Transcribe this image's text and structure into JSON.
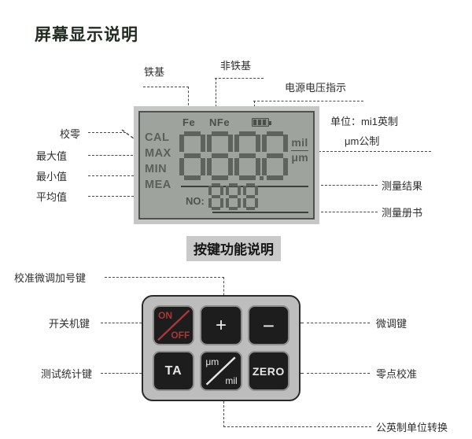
{
  "page": {
    "screen_section_title": "屏幕显示说明",
    "keys_section_title": "按键功能说明"
  },
  "lcd": {
    "indicators": {
      "fe": "Fe",
      "nfe": "NFe",
      "battery_icon": "battery-icon"
    },
    "modes": [
      "CAL",
      "MAX",
      "MIN",
      "MEA"
    ],
    "main_value": "8888",
    "main_digits": [
      "8",
      "8",
      "8",
      "8"
    ],
    "decimal_before_last": true,
    "units": {
      "imperial": "mil",
      "metric": "μm"
    },
    "counter": {
      "label": "NO:",
      "value": "888",
      "digits": [
        "8",
        "8",
        "8"
      ]
    }
  },
  "screen_callouts": {
    "top": [
      {
        "id": "fe",
        "text": "铁基"
      },
      {
        "id": "nfe",
        "text": "非铁基"
      },
      {
        "id": "battery",
        "text": "电源电压指示"
      }
    ],
    "left": [
      {
        "id": "cal",
        "text": "校零"
      },
      {
        "id": "max",
        "text": "最大值"
      },
      {
        "id": "min",
        "text": "最小值"
      },
      {
        "id": "mea",
        "text": "平均值"
      }
    ],
    "right": [
      {
        "id": "unit-imperial",
        "text": "单位：mi1英制"
      },
      {
        "id": "unit-metric",
        "text": "μm公制"
      },
      {
        "id": "result",
        "text": "测量结果"
      },
      {
        "id": "count",
        "text": "测量册书"
      }
    ]
  },
  "keypad": {
    "keys": [
      {
        "id": "onoff",
        "label_top": "ON",
        "label_bottom": "OFF",
        "icon": "power-slash-icon"
      },
      {
        "id": "plus",
        "label": "+",
        "icon": "plus-icon"
      },
      {
        "id": "minus",
        "label": "−",
        "icon": "minus-icon"
      },
      {
        "id": "ta",
        "label": "TA",
        "icon": "ta-icon"
      },
      {
        "id": "unit",
        "label_top": "μm",
        "label_bottom": "mil",
        "icon": "unit-toggle-icon"
      },
      {
        "id": "zero",
        "label": "ZERO",
        "icon": "zero-icon"
      }
    ]
  },
  "key_callouts": {
    "left": [
      {
        "id": "plus",
        "text": "校准微调加号键"
      },
      {
        "id": "onoff",
        "text": "开关机键"
      },
      {
        "id": "ta",
        "text": "测试统计键"
      }
    ],
    "right": [
      {
        "id": "minus",
        "text": "微调键"
      },
      {
        "id": "zero",
        "text": "零点校准"
      },
      {
        "id": "unit",
        "text": "公英制单位转换"
      }
    ]
  },
  "colors": {
    "lcd_background": "#9ea39e",
    "lcd_bezel": "#c6c6c6",
    "segment": "#5e635e",
    "key_face": "#1d1d1d",
    "keypad_body": "#bdbdbd",
    "onoff_red": "#a8373a",
    "text": "#2e2e2e"
  }
}
